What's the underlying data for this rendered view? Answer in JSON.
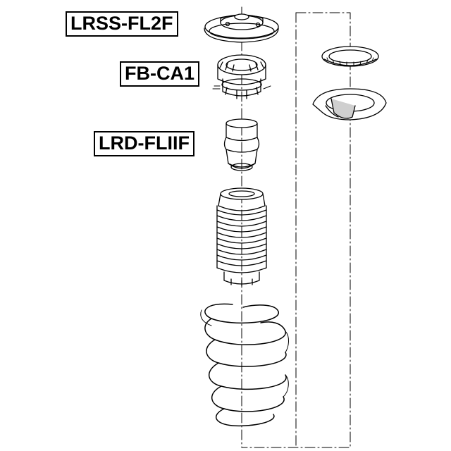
{
  "parts": [
    {
      "code": "LRSS-FL2F",
      "component": "strut-mount"
    },
    {
      "code": "FB-CA1",
      "component": "strut-bearing"
    },
    {
      "code": "LRD-FLIIF",
      "component": "bump-stop"
    }
  ],
  "colors": {
    "line": "#000000",
    "fill": "#ffffff",
    "shade": "#cfcfcf"
  }
}
